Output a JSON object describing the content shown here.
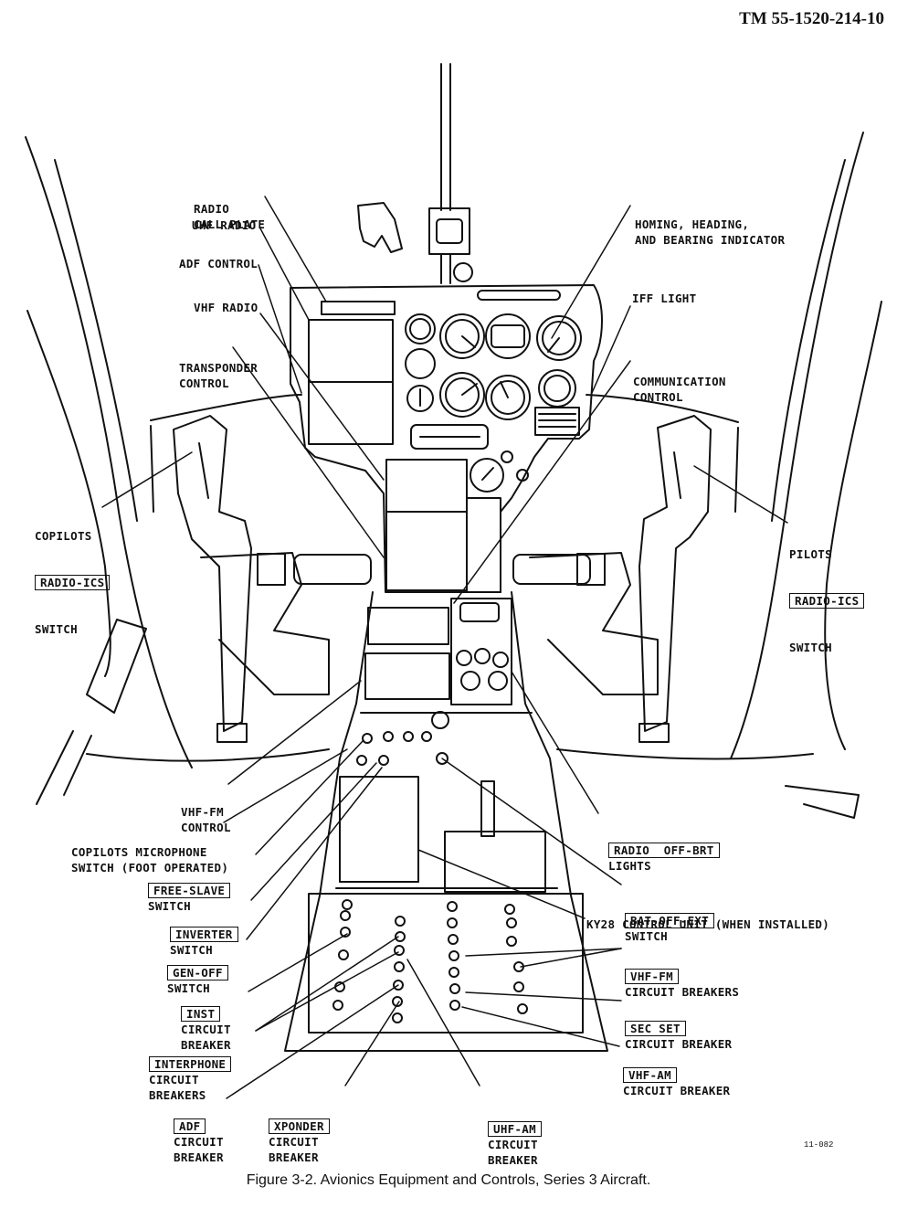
{
  "header": {
    "doc_id": "TM 55-1520-214-10"
  },
  "caption": {
    "text": "Figure 3-2.   Avionics Equipment and Controls, Series 3 Aircraft."
  },
  "figure_id": "11-082",
  "labels": {
    "radio_call_plate": [
      "RADIO",
      "CALL PLATE"
    ],
    "uhf_radio": [
      "UHF RADIO"
    ],
    "adf_control": [
      "ADF CONTROL"
    ],
    "vhf_radio": [
      "VHF RADIO"
    ],
    "transponder_control": [
      "TRANSPONDER",
      "CONTROL"
    ],
    "homing_indicator": [
      "HOMING, HEADING,",
      "AND BEARING INDICATOR"
    ],
    "iff_light": [
      "IFF LIGHT"
    ],
    "communication_control": [
      "COMMUNICATION",
      "CONTROL"
    ],
    "copilots_switch": {
      "line1": "COPILOTS",
      "boxed": "RADIO-ICS",
      "line3": "SWITCH"
    },
    "pilots_switch": {
      "line1": "PILOTS",
      "boxed": "RADIO-ICS",
      "line3": "SWITCH"
    },
    "vhf_fm_control": [
      "VHF-FM",
      "CONTROL"
    ],
    "copilots_mic_switch": [
      "COPILOTS MICROPHONE",
      "SWITCH (FOOT OPERATED)"
    ],
    "free_slave": {
      "boxed": "FREE-SLAVE",
      "line2": "SWITCH"
    },
    "inverter": {
      "boxed": "INVERTER",
      "line2": "SWITCH"
    },
    "gen_off": {
      "boxed": "GEN-OFF",
      "line2": "SWITCH"
    },
    "inst": {
      "boxed": "INST",
      "line2": "CIRCUIT",
      "line3": "BREAKER"
    },
    "interphone": {
      "boxed": "INTERPHONE",
      "line2": "CIRCUIT",
      "line3": "BREAKERS"
    },
    "adf_cb": {
      "boxed": "ADF",
      "line2": "CIRCUIT",
      "line3": "BREAKER"
    },
    "xponder_cb": {
      "boxed": "XPONDER",
      "line2": "CIRCUIT",
      "line3": "BREAKER"
    },
    "uhf_am_cb": {
      "boxed": "UHF-AM",
      "line2": "CIRCUIT",
      "line3": "BREAKER"
    },
    "radio_off_brt": {
      "boxed": "RADIO  OFF-BRT",
      "line2": "LIGHTS"
    },
    "bat_off_ext": {
      "boxed": "BAT-OFF-EXT",
      "line2": "SWITCH"
    },
    "ky28": [
      "KY28 CONTROL UNIT (WHEN INSTALLED)"
    ],
    "vhf_fm_cb": {
      "boxed": "VHF-FM",
      "line2": "CIRCUIT BREAKERS"
    },
    "sec_set_cb": {
      "boxed": "SEC SET",
      "line2": "CIRCUIT BREAKER"
    },
    "vhf_am_cb": {
      "boxed": "VHF-AM",
      "line2": "CIRCUIT BREAKER"
    }
  }
}
